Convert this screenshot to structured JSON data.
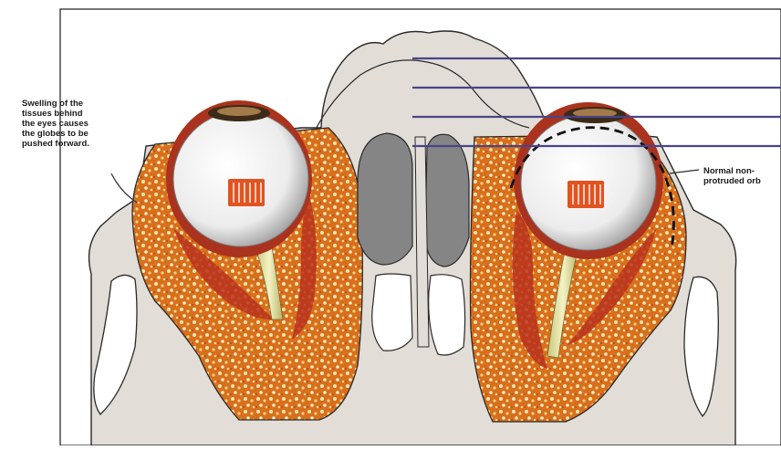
{
  "annotations": {
    "swelling_text": "Swelling of the\ntissues behind\nthe eyes causes\nthe globes to be\npushed forward.",
    "normal_text": "Normal non-\nprotruded orb"
  },
  "colors": {
    "bone": "#e2ddd6",
    "bone_outline": "#2a2a2a",
    "fat_orange": "#d9701f",
    "fat_light": "#f6e3a8",
    "sinus_gray": "#858585",
    "pointer_lines": "#4a4488",
    "globe_white": "#f4f4f4"
  },
  "icons": [
    "eye-globe-left",
    "eye-globe-right",
    "dashed-normal-outline"
  ]
}
